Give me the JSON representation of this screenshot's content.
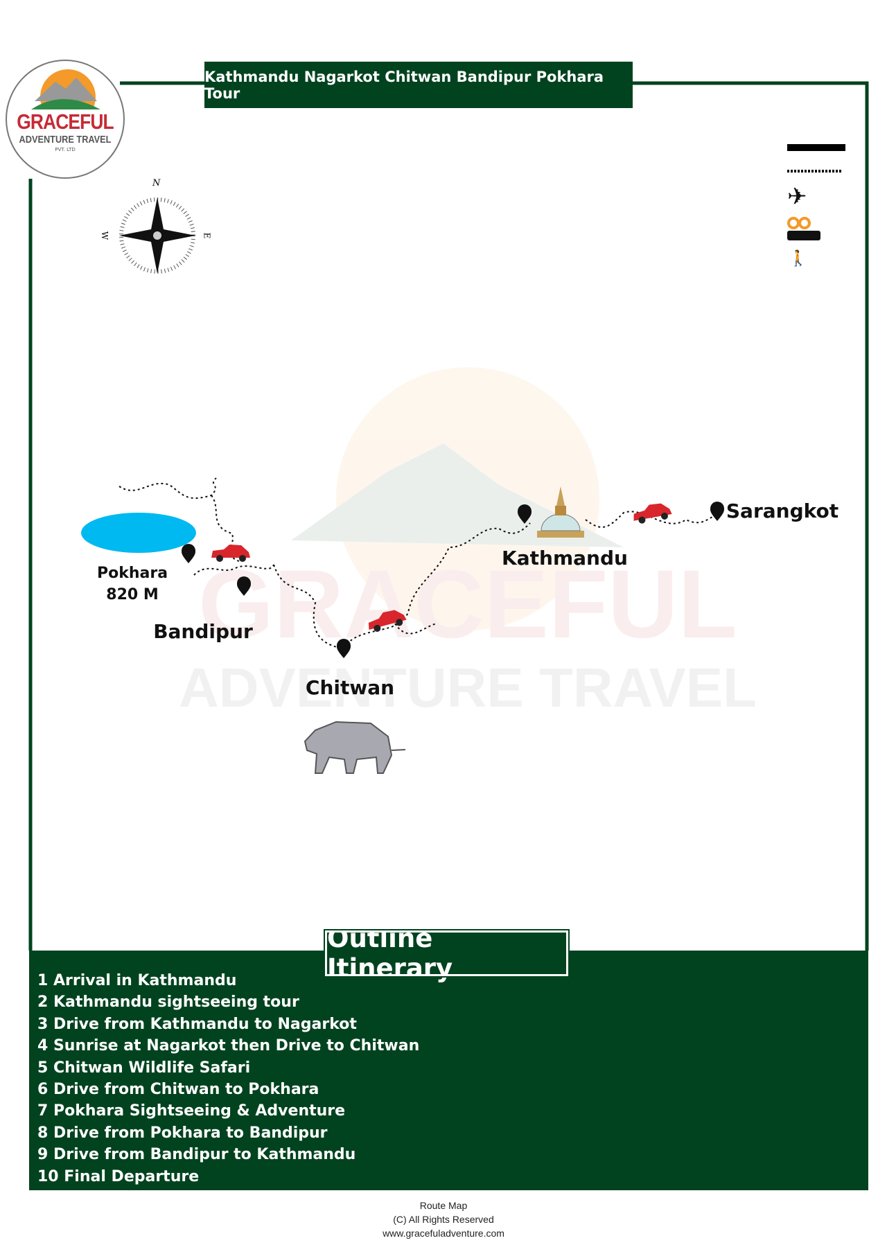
{
  "title": "Kathmandu Nagarkot Chitwan Bandipur Pokhara Tour",
  "logo": {
    "name": "GRACEFUL",
    "sub": "ADVENTURE TRAVEL",
    "pvt": "PVT. LTD"
  },
  "compass": {
    "n": "N",
    "e": "E",
    "w": "W"
  },
  "legend": [
    "road-line",
    "trek-dotted-line",
    "plane-icon",
    "binoculars-icon",
    "bus-icon",
    "hiker-icon"
  ],
  "places": {
    "pokhara": "Pokhara",
    "pokhara_alt": "820 M",
    "bandipur": "Bandipur",
    "chitwan": "Chitwan",
    "kathmandu": "Kathmandu",
    "sarangkot": "Sarangkot"
  },
  "itinerary": {
    "heading": "Outline Itinerary",
    "items": [
      "1 Arrival in Kathmandu",
      "2 Kathmandu sightseeing tour",
      "3 Drive from Kathmandu to Nagarkot",
      "4 Sunrise at Nagarkot then Drive to Chitwan",
      "5 Chitwan Wildlife Safari",
      "6 Drive from Chitwan to Pokhara",
      "7 Pokhara Sightseeing & Adventure",
      "8 Drive from Pokhara to Bandipur",
      "9 Drive from Bandipur to Kathmandu",
      "10 Final Departure"
    ]
  },
  "footer": [
    "Route Map",
    "(C) All Rights Reserved",
    "www.gracefuladventure.com"
  ],
  "colors": {
    "green": "#02431f",
    "lake": "#00b9f0",
    "car": "#d8262c",
    "orange": "#f39a2a"
  }
}
